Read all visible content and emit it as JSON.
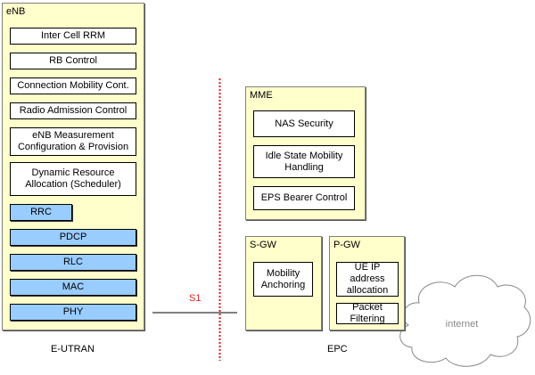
{
  "enb": {
    "title": "eNB",
    "functions": [
      "Inter Cell RRM",
      "RB Control",
      "Connection Mobility Cont.",
      "Radio Admission Control",
      "eNB Measurement Configuration & Provision",
      "Dynamic Resource Allocation (Scheduler)"
    ],
    "protocols": [
      "RRC",
      "PDCP",
      "RLC",
      "MAC",
      "PHY"
    ]
  },
  "mme": {
    "title": "MME",
    "functions": [
      "NAS Security",
      "Idle State Mobility Handling",
      "EPS Bearer Control"
    ]
  },
  "sgw": {
    "title": "S-GW",
    "functions": [
      "Mobility Anchoring"
    ]
  },
  "pgw": {
    "title": "P-GW",
    "functions": [
      "UE IP address allocation",
      "Packet Filtering"
    ]
  },
  "interface_label": "S1",
  "domain_labels": {
    "eutran": "E-UTRAN",
    "epc": "EPC"
  },
  "cloud_label": "internet",
  "colors": {
    "node_fill": "#ffffcc",
    "protocol_fill": "#99ccff",
    "interface_line": "#e02020"
  }
}
